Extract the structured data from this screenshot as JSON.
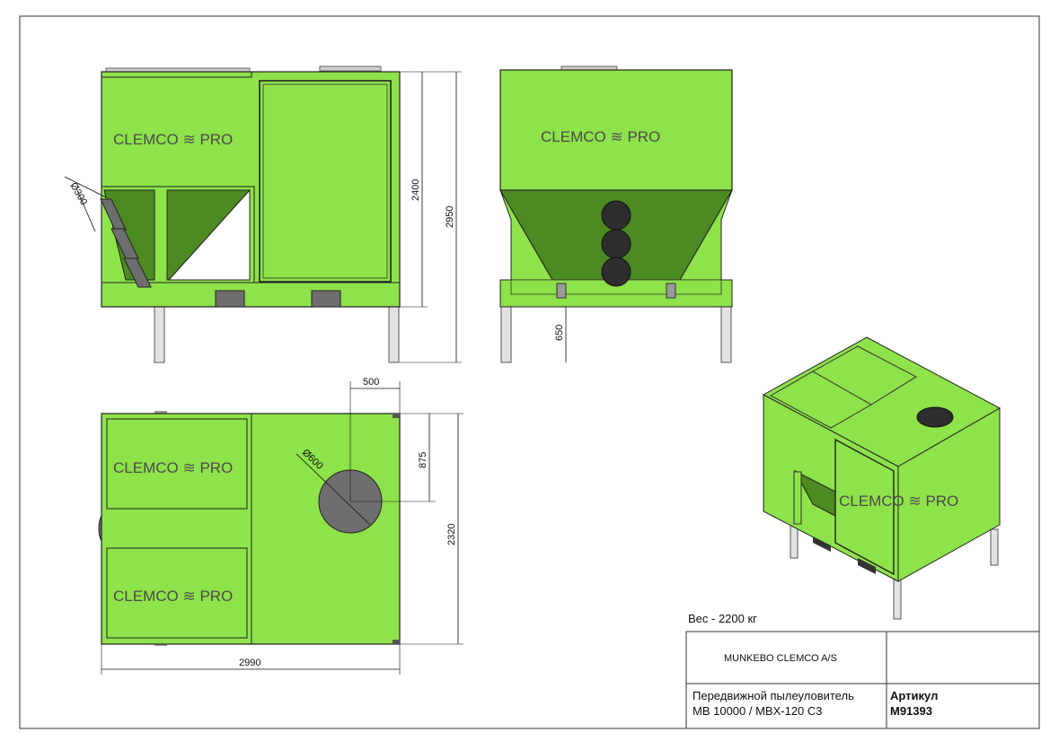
{
  "brand": {
    "logo_text": "CLEMCO",
    "logo_suffix": "PRO",
    "body_color": "#8ee24a",
    "dark_color": "#4c8a22",
    "duct_color": "#6e6e6e",
    "pipe_color": "#2e2e2e"
  },
  "dimensions": {
    "side_height_upper": "2400",
    "side_height_total": "2950",
    "inlet_diameter": "Ø300",
    "leg_height": "650",
    "offset_x": "500",
    "offset_y": "875",
    "top_opening_diameter": "Ø600",
    "depth": "2320",
    "length": "2990"
  },
  "info": {
    "weight": "Вес - 2200 кг"
  },
  "title_block": {
    "company": "MUNKEBO CLEMCO A/S",
    "product_line1": "Передвижной пылеуловитель",
    "product_line2": "MB 10000 / MBX-120 C3",
    "article_label": "Артикул",
    "article_number": "M91393"
  }
}
